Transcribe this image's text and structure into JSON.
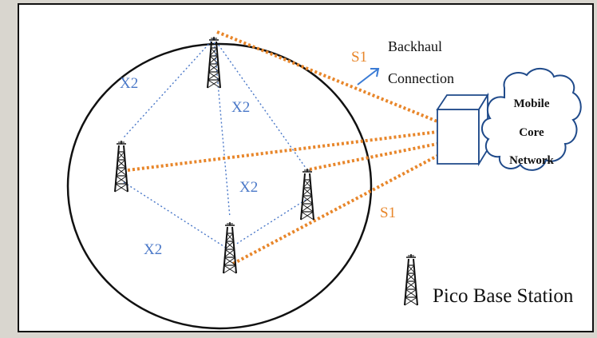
{
  "labels": {
    "x2_a": "X2",
    "x2_b": "X2",
    "x2_c": "X2",
    "x2_d": "X2",
    "s1_top": "S1",
    "s1_bottom": "S1",
    "backhaul_line1": "Backhaul",
    "backhaul_line2": "Connection",
    "cloud_line1": "Mobile",
    "cloud_line2": "Core",
    "cloud_line3": "Network",
    "legend": "Pico Base Station"
  },
  "icons": {
    "tower": "pico-base-station-icon",
    "gateway": "gateway-box-icon",
    "cloud": "cloud-icon",
    "arrow": "arrow-icon"
  },
  "colors": {
    "x2_link": "#4a78c8",
    "s1_link": "#e8862a",
    "outline": "#111111"
  }
}
